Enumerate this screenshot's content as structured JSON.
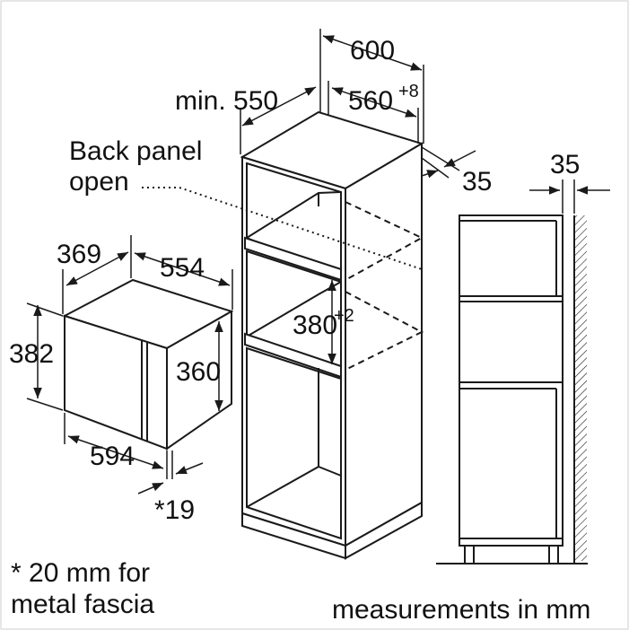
{
  "dimensions": {
    "oven_width": "600",
    "oven_depth_min": "min. 550",
    "niche_depth": "560",
    "niche_depth_tol": "+8",
    "side_gap": "35",
    "back_panel_line1": "Back panel",
    "back_panel_line2": "open",
    "niche_height": "380",
    "niche_height_tol": "+2",
    "appliance_depth": "369",
    "appliance_width_top": "554",
    "appliance_height": "382",
    "appliance_inner_height": "360",
    "appliance_width": "594",
    "fascia_offset": "*19",
    "side_view_gap": "35"
  },
  "notes": {
    "footnote_line1": "* 20 mm for",
    "footnote_line2": "metal fascia",
    "units": "measurements in mm"
  }
}
